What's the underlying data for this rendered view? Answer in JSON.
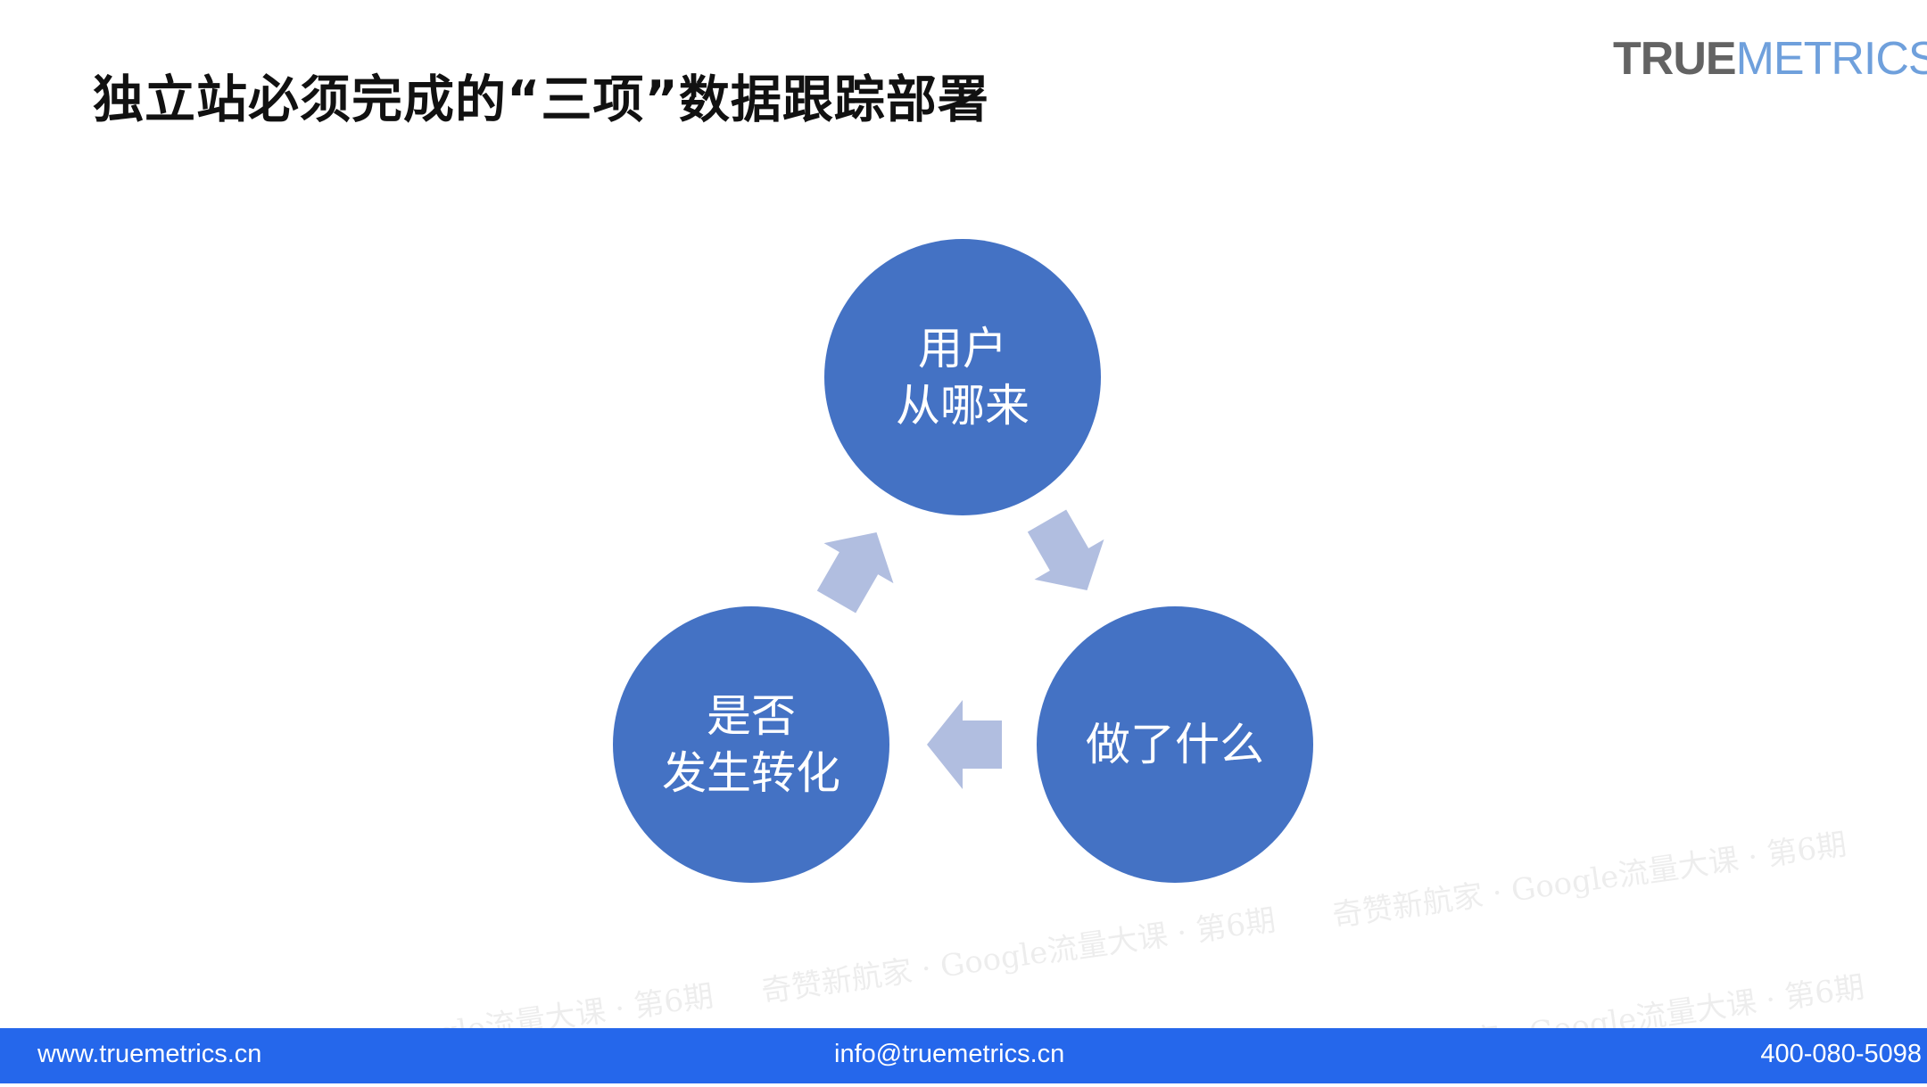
{
  "title": "独立站必须完成的“三项”数据跟踪部署",
  "logo": {
    "part1": "TRUE",
    "part2": "METRICS"
  },
  "cycle": {
    "nodes": [
      {
        "line1": "用户",
        "line2": "从哪来"
      },
      {
        "line1": "做了什么",
        "line2": ""
      },
      {
        "line1": "是否",
        "line2": "发生转化"
      }
    ],
    "circle_color": "#4472c4",
    "arrow_color": "#b1bee0"
  },
  "watermark": "奇赞新航家 · Google流量大课 · 第6期",
  "footer": {
    "website": "www.truemetrics.cn",
    "email": "info@truemetrics.cn",
    "phone": "400-080-5098",
    "color": "#2567eb"
  }
}
